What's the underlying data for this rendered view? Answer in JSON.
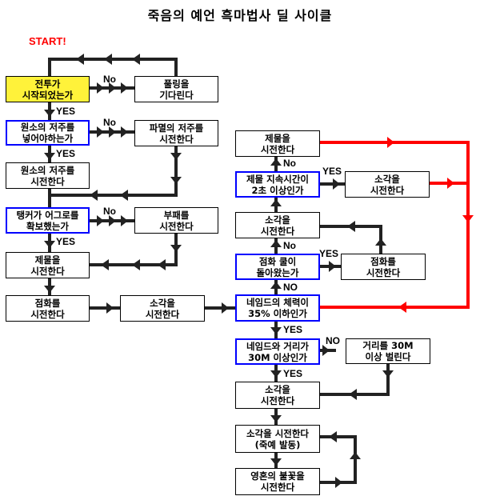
{
  "title": "죽음의 예언 흑마법사 딜 사이클",
  "start_label": "START!",
  "colors": {
    "decision_border": "#0000ff",
    "start_fill": "#fff23a",
    "loop_line": "#ff0000",
    "line": "#222222"
  },
  "nodes": {
    "battle_started": "전투가\n시작되었는가",
    "wait_pulling": "풀링을\n기다린다",
    "element_curse_needed": "원소의 저주를\n넣어야하는가",
    "doom_curse": "파멸의 저주를\n시전한다",
    "element_curse": "원소의 저주를\n시전한다",
    "tank_aggro": "탱커가 어그로를\n확보했는가",
    "corruption": "부패를\n시전한다",
    "sacrifice_left": "제물을\n시전한다",
    "immolate_left": "점화를\n시전한다",
    "incinerate_left": "소각을\n시전한다",
    "boss_hp": "네임드의 체력이\n35% 이하인가",
    "immolate_ended": "점화 쿨이\n돌아왔는가",
    "immolate_right": "점화를\n시전한다",
    "incinerate_mid": "소각을\n시전한다",
    "sacrifice_duration": "제물 지속시간이\n2초 이상인가",
    "incinerate_right": "소각을\n시전한다",
    "sacrifice_right": "제물을\n시전한다",
    "boss_distance": "네임드와 거리가\n30M 이상인가",
    "move_away": "거리를 30M\n이상 벌린다",
    "incinerate_low": "소각을\n시전한다",
    "incinerate_death": "소각을 시전한다\n(죽예 발동)",
    "soul_fire": "영혼의 불꽃을\n시전한다"
  },
  "edge_labels": {
    "no": "No",
    "yes": "YES",
    "no_caps": "NO"
  }
}
